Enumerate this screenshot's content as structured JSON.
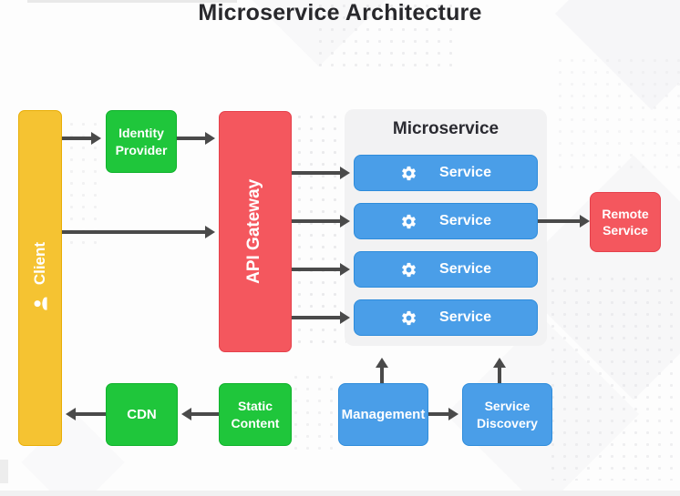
{
  "title": "Microservice Architecture",
  "colors": {
    "client_yellow": "#F5C332",
    "green": "#1FC63B",
    "red": "#F4575E",
    "blue": "#4A9EE8",
    "panel_gray": "#F2F2F3",
    "arrow_gray": "#4A4A4A",
    "title_text": "#28282C"
  },
  "nodes": {
    "client": {
      "label": "Client",
      "icon": "person-icon"
    },
    "identity_provider": {
      "label": "Identity Provider"
    },
    "api_gateway": {
      "label": "API Gateway"
    },
    "microservice_group": {
      "label": "Microservice",
      "services": [
        {
          "label": "Service",
          "icon": "gear-icon"
        },
        {
          "label": "Service",
          "icon": "gear-icon"
        },
        {
          "label": "Service",
          "icon": "gear-icon"
        },
        {
          "label": "Service",
          "icon": "gear-icon"
        }
      ]
    },
    "remote_service": {
      "label": "Remote Service"
    },
    "cdn": {
      "label": "CDN"
    },
    "static_content": {
      "label": "Static Content"
    },
    "management": {
      "label": "Management"
    },
    "service_discovery": {
      "label": "Service Discovery"
    }
  }
}
